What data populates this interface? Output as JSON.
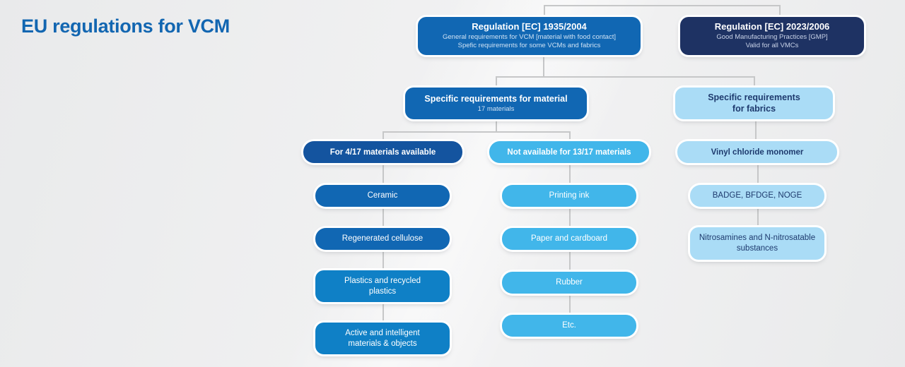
{
  "title": "EU regulations for VCM",
  "colors": {
    "title_blue": "#1266b1",
    "primary_blue": "#1167b3",
    "navy": "#1e3263",
    "dark_blue": "#14549f",
    "mid_blue": "#0f80c6",
    "cyan": "#41b6ea",
    "light_blue": "#aadcf6",
    "navy_text": "#1e3a6e",
    "connector_gray": "#c6c7c8",
    "background": "#ededee"
  },
  "nodes": {
    "reg1": {
      "title": "Regulation [EC] 1935/2004",
      "sub1": "General requirements for VCM [material with food contact]",
      "sub2": "Spefic requirements for some VCMs and fabrics"
    },
    "reg2": {
      "title": "Regulation [EC] 2023/2006",
      "sub1": "Good Manufacturing Practices [GMP]",
      "sub2": "Valid for all VMCs"
    },
    "material": {
      "title": "Specific requirements for material",
      "sub": "17 materials"
    },
    "fabrics": {
      "title": "Specific requirements for fabrics"
    },
    "available": {
      "label": "For 4/17 materials available"
    },
    "not_available": {
      "label": "Not available for 13/17 materials"
    },
    "vinyl": {
      "label": "Vinyl chloride monomer"
    }
  },
  "leaves": {
    "materials_available": [
      "Ceramic",
      "Regenerated cellulose",
      "Plastics and recycled plastics",
      "Active and intelligent materials & objects"
    ],
    "materials_not_available": [
      "Printing ink",
      "Paper and cardboard",
      "Rubber",
      "Etc."
    ],
    "fabric_items": [
      "BADGE, BFDGE, NOGE",
      "Nitrosamines and N-nitrosatable substances"
    ]
  }
}
